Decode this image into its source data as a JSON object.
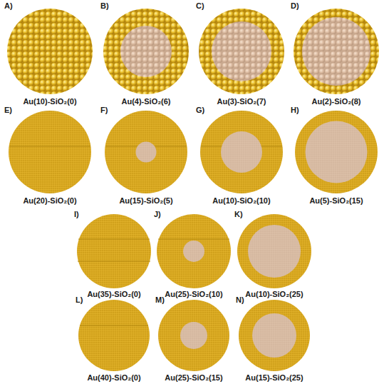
{
  "diagram": {
    "labels": [
      "A)",
      "Au(10)-SiO₂(0)",
      "B)",
      "Au(4)-SiO₂(6)",
      "C)",
      "Au(3)-SiO₂(7)",
      "D)",
      "Au(2)-SiO₂(8)",
      "E)",
      "Au(20)-SiO₂(0)",
      "F)",
      "Au(15)-SiO₂(5)",
      "G)",
      "Au(10)-SiO₂(10)",
      "H)",
      "Au(5)-SiO₂(15)",
      "I)",
      "Au(35)-SiO₂(0)",
      "J)",
      "Au(25)-SiO₂(10)",
      "K)",
      "Au(10)-SiO₂(25)",
      "L)",
      "Au(40)-SiO₂(0)",
      "M)",
      "Au(25)-SiO₂(15)",
      "N)",
      "Au(15)-SiO₂(25)"
    ]
  }
}
